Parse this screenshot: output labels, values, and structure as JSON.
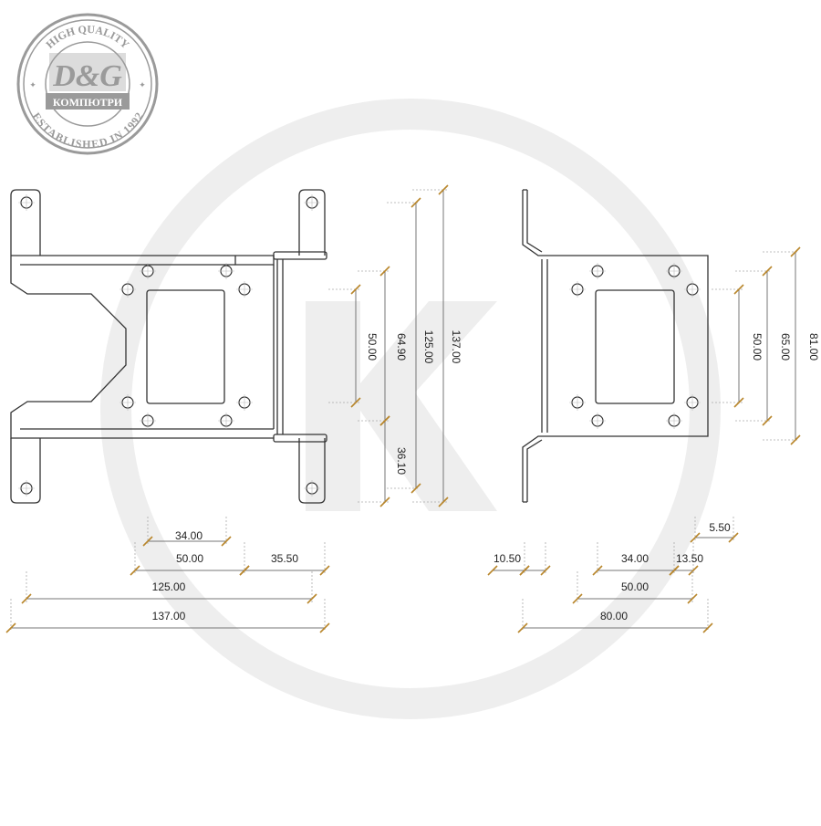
{
  "logo": {
    "top_text": "HIGH QUALITY",
    "brand": "D&G",
    "sub": "КОМПЮТРИ",
    "bottom_text": "ESTABLISHED IN 1992"
  },
  "colors": {
    "part_line": "#333333",
    "dimension_line": "#777777",
    "tick": "#b8862b",
    "watermark": "#eeeeee",
    "seal": "#9a9a9a"
  },
  "dimensions": {
    "front_vertical": [
      "50.00",
      "64.90",
      "125.00",
      "137.00",
      "36.10"
    ],
    "front_horizontal": [
      "34.00",
      "50.00",
      "35.50",
      "125.00",
      "137.00"
    ],
    "side_vertical": [
      "50.00",
      "65.00",
      "81.00"
    ],
    "side_horizontal": [
      "5.50",
      "10.50",
      "34.00",
      "13.50",
      "50.00",
      "80.00"
    ]
  }
}
